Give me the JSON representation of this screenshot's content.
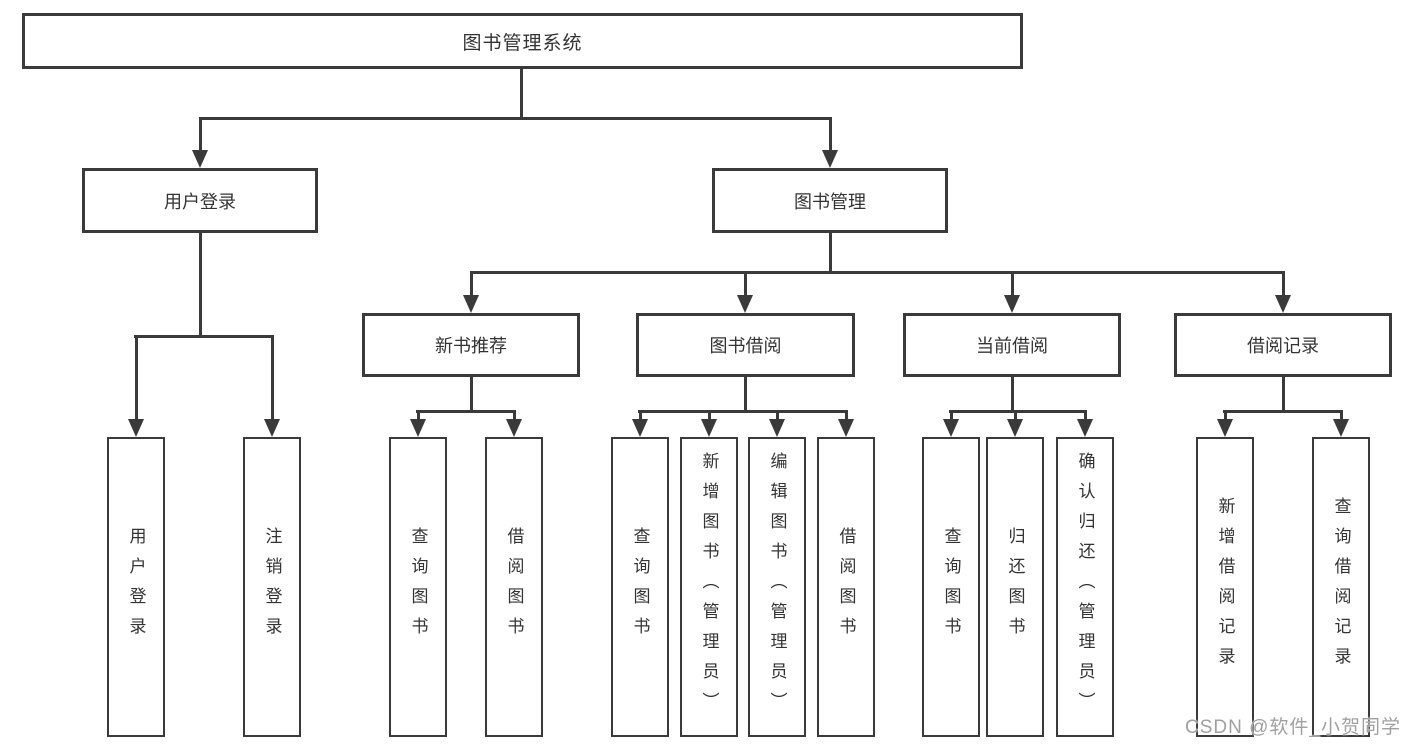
{
  "tree": {
    "root": {
      "label": "图书管理系统"
    },
    "level2": [
      {
        "label": "用户登录",
        "children": [
          "用户登录",
          "注销登录"
        ]
      },
      {
        "label": "图书管理"
      }
    ],
    "level3": [
      {
        "label": "新书推荐",
        "children": [
          "查询图书",
          "借阅图书"
        ]
      },
      {
        "label": "图书借阅",
        "children": [
          "查询图书",
          "新增图书（管理员）",
          "编辑图书（管理员）",
          "借阅图书"
        ]
      },
      {
        "label": "当前借阅",
        "children": [
          "查询图书",
          "归还图书",
          "确认归还（管理员）"
        ]
      },
      {
        "label": "借阅记录",
        "children": [
          "新增借阅记录",
          "查询借阅记录"
        ]
      }
    ]
  },
  "watermark": "CSDN @软件_小贺同学",
  "colors": {
    "line": "#3a3a3a",
    "box_border": "#3a3a3a",
    "text": "#333333",
    "background": "#ffffff",
    "watermark": "#a0a0a0"
  }
}
